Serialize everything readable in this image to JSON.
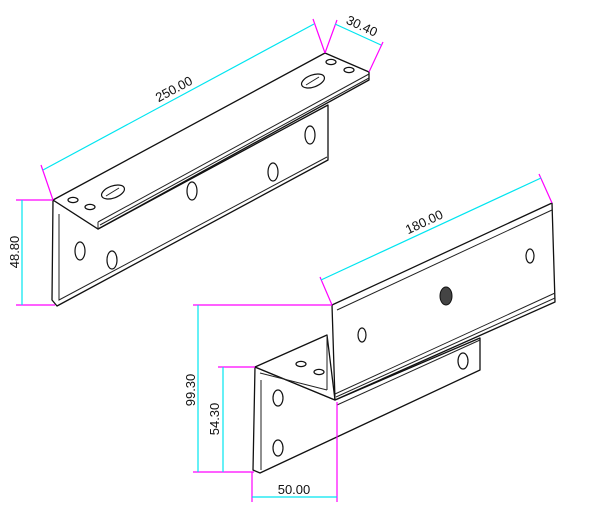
{
  "drawing": {
    "top_bracket": {
      "length_dim": "250.00",
      "width_dim": "30.40",
      "height_dim": "48.80"
    },
    "bottom_bracket": {
      "length_dim": "180.00",
      "total_height_dim": "99.30",
      "lower_height_dim": "54.30",
      "depth_dim": "50.00"
    }
  },
  "colors": {
    "dimension_line": "#00e5f0",
    "extension_line": "#ff00ff",
    "outline": "#111111"
  }
}
